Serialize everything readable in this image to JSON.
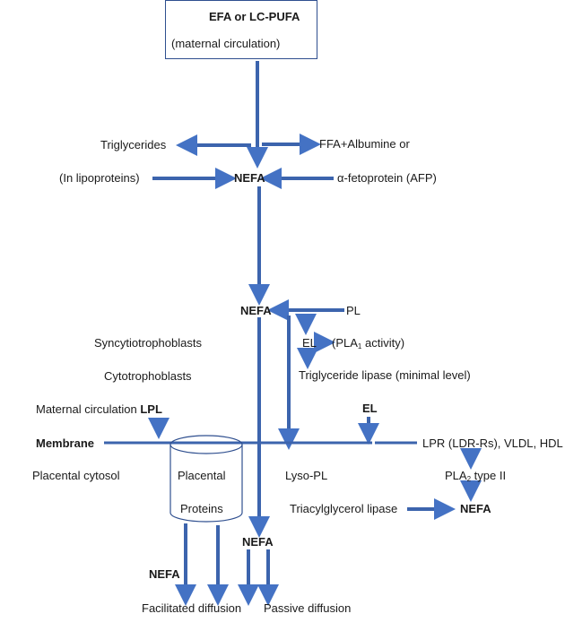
{
  "source_box": {
    "title": "EFA or LC-PUFA",
    "subtitle": "(maternal circulation)"
  },
  "labels": {
    "triglycerides": "Triglycerides",
    "ffa_albumine": "FFA+Albumine  or",
    "in_lipoproteins": "(In lipoproteins)",
    "nefa_1": "NEFA",
    "afp": "α-fetoprotein (AFP)",
    "nefa_2": "NEFA",
    "pl": "PL",
    "syncytiotrophoblasts": "Syncytiotrophoblasts",
    "el_1": "EL",
    "pla1_prefix": "(PLA",
    "pla1_sub": "1",
    "pla1_suffix": " activity)",
    "cytotrophoblasts": "Cytotrophoblasts",
    "tg_lipase": "Triglyceride lipase (minimal level)",
    "maternal_circulation": "Maternal circulation ",
    "lpl": "LPL",
    "el_2": "EL",
    "membrane": "Membrane",
    "lpr": "LPR (LDR-Rs), VLDL, HDL",
    "placental_cytosol": "Placental cytosol",
    "placental_proteins_1": "Placental",
    "placental_proteins_2": "Proteins",
    "lyso_pl": "Lyso-PL",
    "pla2_prefix": "PLA",
    "pla2_sub": "2",
    "pla2_suffix": " type II",
    "tag_lipase": "Triacylglycerol lipase",
    "nefa_3": "NEFA",
    "nefa_4": "NEFA",
    "nefa_5": "NEFA",
    "facilitated_diffusion": "Facilitated diffusion",
    "passive_diffusion": "Passive diffusion"
  },
  "colors": {
    "arrow": "#4472c4",
    "arrow_outline": "#2f528f",
    "text": "#1a1a1a"
  }
}
